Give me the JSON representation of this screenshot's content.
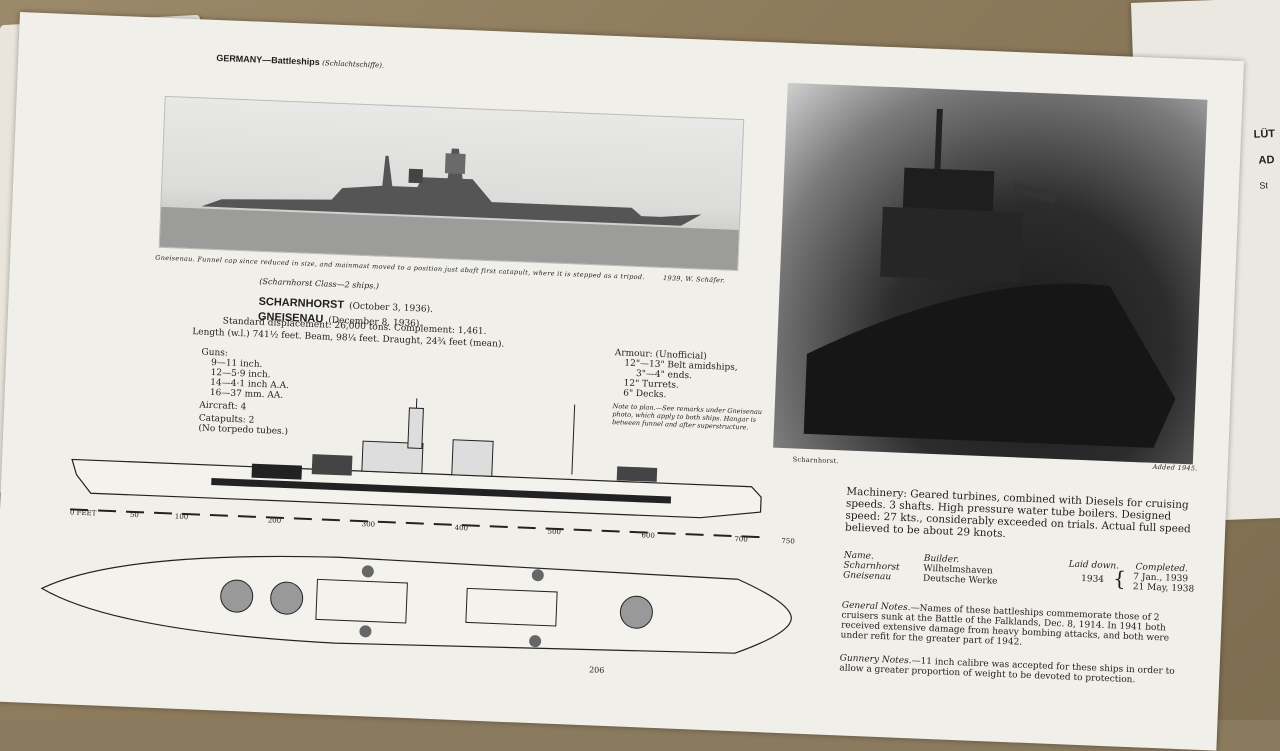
{
  "header": {
    "country": "GERMANY",
    "type": "Battleships",
    "german": "(Schlachtschiffe)."
  },
  "photo1_caption": {
    "ship": "Gneisenau.",
    "text": "Funnel cap since reduced in size, and mainmast moved to a position just abaft first catapult, where it is stepped as a tripod.",
    "credit": "1939, W. Schäfer."
  },
  "photo2_caption": {
    "ship": "Scharnhorst.",
    "added": "Added 1945."
  },
  "class_line": "(Scharnhorst Class—2 ships.)",
  "ships": [
    {
      "name": "SCHARNHORST",
      "date": "(October 3, 1936)."
    },
    {
      "name": "GNEISENAU",
      "date": "(December 8, 1936)."
    }
  ],
  "specs": {
    "line1": "Standard displacement: 26,000 tons.  Complement: 1,461.",
    "line2": "Length (w.l.) 741½ feet.  Beam, 98¼ feet.  Draught, 24¾ feet (mean)."
  },
  "guns": {
    "title": "Guns:",
    "items": [
      "9—11 inch.",
      "12—5·9 inch.",
      "14—4·1 inch A.A.",
      "16—37 mm. AA."
    ],
    "aircraft": "Aircraft: 4",
    "catapults": "Catapults: 2",
    "torpedo": "(No torpedo tubes.)"
  },
  "armour": {
    "title": "Armour: (Unofficial)",
    "items": [
      "12\"—13\" Belt amidships,",
      "3\"—4\" ends.",
      "12\" Turrets.",
      "6\" Decks."
    ],
    "note": "Note to plan.—See remarks under Gneisenau photo, which apply to both ships. Hangar is between funnel and after superstructure."
  },
  "scale": {
    "label": "0 FEET",
    "ticks": [
      "50",
      "100",
      "200",
      "300",
      "400",
      "500",
      "600",
      "700",
      "750"
    ]
  },
  "page_number": "206",
  "machinery": "Machinery: Geared turbines, combined with Diesels for cruising speeds. 3 shafts. High pressure water tube boilers. Designed speed: 27 kts., considerably exceeded on trials. Actual full speed believed to be about 29 knots.",
  "builders": {
    "headers": [
      "Name.",
      "Builder.",
      "Laid down.",
      "Completed."
    ],
    "rows": [
      {
        "name": "Scharnhorst",
        "builder": "Wilhelmshaven",
        "completed": "7 Jan., 1939"
      },
      {
        "name": "Gneisenau",
        "builder": "Deutsche Werke",
        "completed": "21 May, 1938"
      }
    ],
    "laid_down": "1934"
  },
  "general_notes": {
    "label": "General Notes.",
    "text": "—Names of these battleships commemorate those of 2 cruisers sunk at the Battle of the Falklands, Dec. 8, 1914. In 1941 both received extensive damage from heavy bombing attacks, and both were under refit for the greater part of 1942."
  },
  "gunnery_notes": {
    "label": "Gunnery Notes.",
    "text": "—11 inch calibre was accepted for these ships in order to allow a greater proportion of weight to be devoted to protection."
  },
  "right_page": [
    "LÜT",
    "AD",
    "St"
  ]
}
